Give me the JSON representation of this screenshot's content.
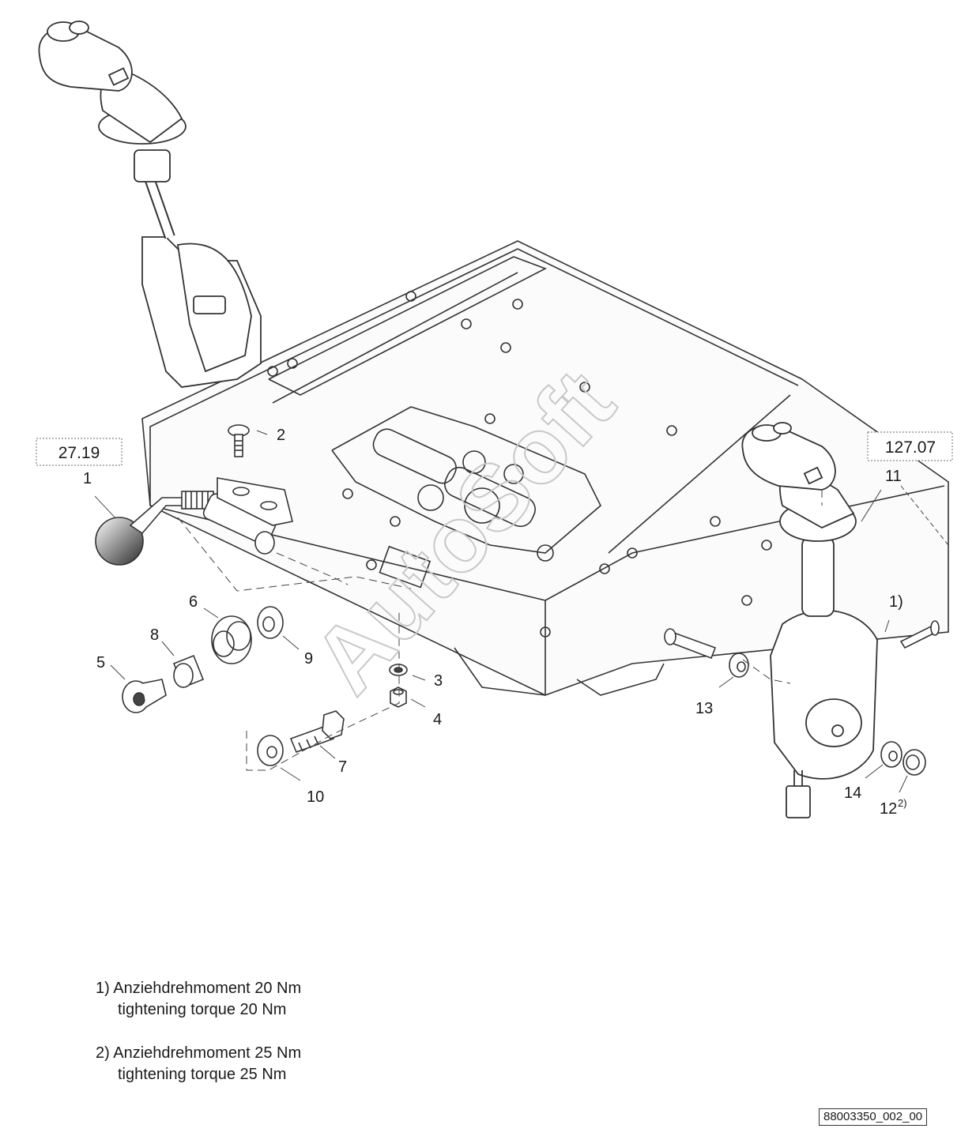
{
  "ref_boxes": {
    "left": "27.19",
    "right": "127.07"
  },
  "callouts": {
    "c1": "1",
    "c2": "2",
    "c3": "3",
    "c4": "4",
    "c5": "5",
    "c6": "6",
    "c7": "7",
    "c8": "8",
    "c9": "9",
    "c10": "10",
    "c11": "11",
    "c12": "12",
    "c12_sup": "2)",
    "c13": "13",
    "c14": "14",
    "c_fn1": "1)"
  },
  "watermark": "AutoSoft",
  "footnotes": [
    {
      "line1": "1) Anziehdrehmoment 20 Nm",
      "line2": "tightening torque 20 Nm"
    },
    {
      "line1": "2) Anziehdrehmoment 25 Nm",
      "line2": "tightening torque 25 Nm"
    }
  ],
  "document_id": "88003350_002_00"
}
